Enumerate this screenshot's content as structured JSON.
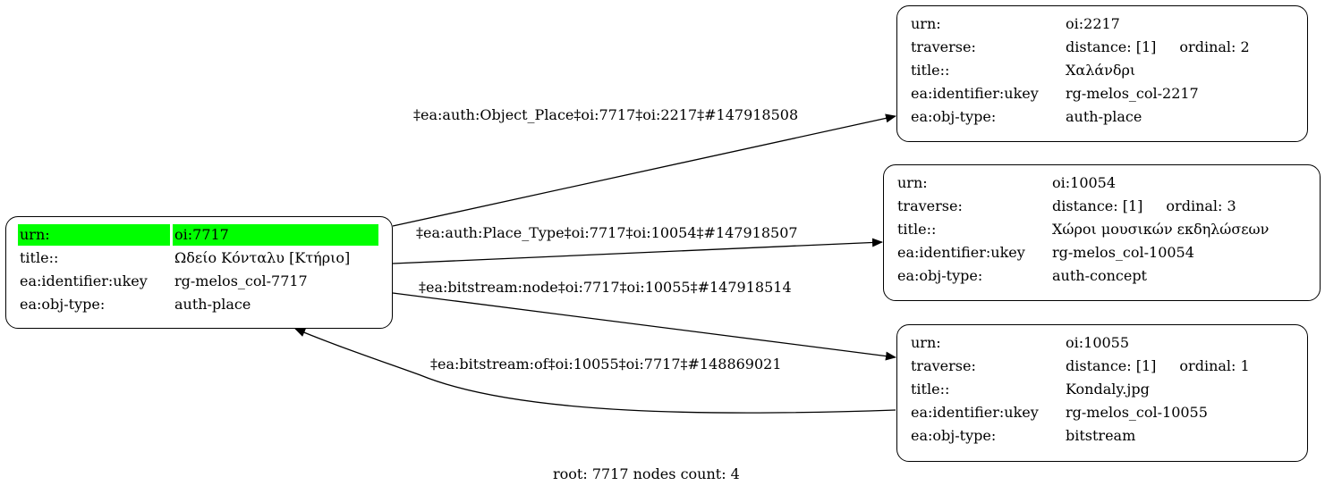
{
  "graph": {
    "footer": "root: 7717 nodes count: 4",
    "highlight_color": "#00ff00",
    "nodes": {
      "root": {
        "urn_key": "urn:",
        "urn": "oi:7717",
        "title_key": "title::",
        "title": "Ωδείο Κόνταλυ [Κτήριο]",
        "ukey_key": "ea:identifier:ukey",
        "ukey": "rg-melos_col-7717",
        "type_key": "ea:obj-type:",
        "type": "auth-place"
      },
      "n2217": {
        "urn_key": "urn:",
        "urn": "oi:2217",
        "traverse_key": "traverse:",
        "distance": "distance: [1]",
        "ordinal": "ordinal: 2",
        "title_key": "title::",
        "title": "Χαλάνδρι",
        "ukey_key": "ea:identifier:ukey",
        "ukey": "rg-melos_col-2217",
        "type_key": "ea:obj-type:",
        "type": "auth-place"
      },
      "n10054": {
        "urn_key": "urn:",
        "urn": "oi:10054",
        "traverse_key": "traverse:",
        "distance": "distance: [1]",
        "ordinal": "ordinal: 3",
        "title_key": "title::",
        "title": "Χώροι μουσικών εκδηλώσεων",
        "ukey_key": "ea:identifier:ukey",
        "ukey": "rg-melos_col-10054",
        "type_key": "ea:obj-type:",
        "type": "auth-concept"
      },
      "n10055": {
        "urn_key": "urn:",
        "urn": "oi:10055",
        "traverse_key": "traverse:",
        "distance": "distance: [1]",
        "ordinal": "ordinal: 1",
        "title_key": "title::",
        "title": "Kondaly.jpg",
        "ukey_key": "ea:identifier:ukey",
        "ukey": "rg-melos_col-10055",
        "type_key": "ea:obj-type:",
        "type": "bitstream"
      }
    },
    "edges": [
      {
        "from": "oi:7717",
        "to": "oi:2217",
        "label": "‡ea:auth:Object_Place‡oi:7717‡oi:2217‡#147918508"
      },
      {
        "from": "oi:7717",
        "to": "oi:10054",
        "label": "‡ea:auth:Place_Type‡oi:7717‡oi:10054‡#147918507"
      },
      {
        "from": "oi:7717",
        "to": "oi:10055",
        "label": "‡ea:bitstream:node‡oi:7717‡oi:10055‡#147918514"
      },
      {
        "from": "oi:10055",
        "to": "oi:7717",
        "label": "‡ea:bitstream:of‡oi:10055‡oi:7717‡#148869021"
      }
    ]
  }
}
